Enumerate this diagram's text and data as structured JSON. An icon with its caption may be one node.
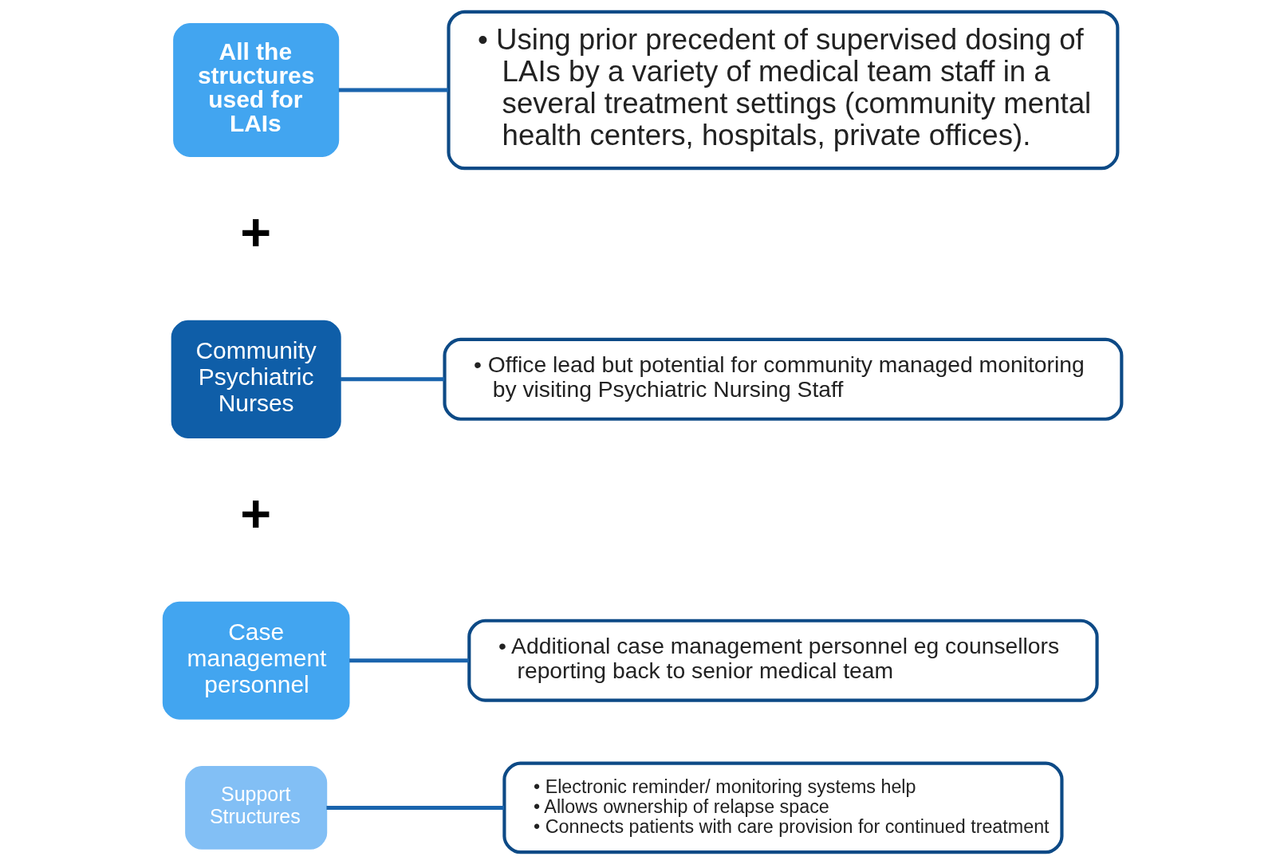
{
  "diagram": {
    "nodes": [
      {
        "text": [
          "All the structures used for LAIs"
        ]
      },
      {
        "text": [
          "• Using prior precedent of supervised dosing of LAIs by a variety of medical team staff in a several treatment settings (community mental health centers, hospitals, private offices)."
        ]
      },
      {
        "text": [
          "Community Psychiatric Nurses"
        ]
      },
      {
        "text": [
          "• Office lead but potential for community managed monitoring by visiting Psychiatric Nursing Staff"
        ]
      },
      {
        "text": [
          "Case management personnel"
        ]
      },
      {
        "text": [
          "• Additional case management personnel eg counsellors reporting back to senior medical team"
        ]
      },
      {
        "text": [
          "Support Structures"
        ]
      },
      {
        "text": [
          "• Electronic reminder/ monitoring systems help",
          "• Allows ownership of relapse space",
          "• Connects patients with care provision for continued treatment"
        ]
      }
    ],
    "edges": [
      {
        "from": 0,
        "to": 1,
        "arrow": "none"
      },
      {
        "from": 2,
        "to": 3,
        "arrow": "none"
      },
      {
        "from": 4,
        "to": 5,
        "arrow": "none"
      },
      {
        "from": 6,
        "to": 7,
        "arrow": "none"
      }
    ],
    "labels": [
      "+",
      "+"
    ]
  }
}
